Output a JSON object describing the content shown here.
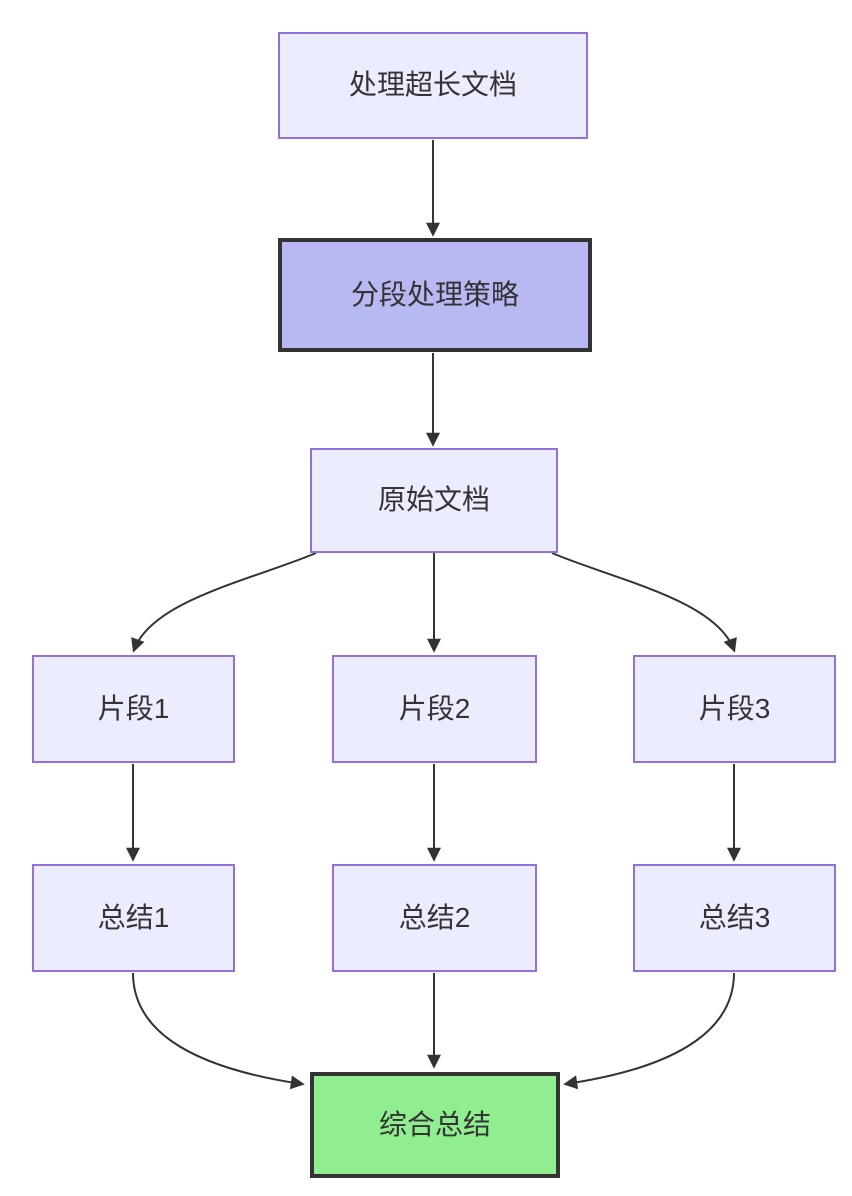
{
  "diagram": {
    "type": "flowchart-top-down",
    "nodes": {
      "start": {
        "label": "处理超长文档",
        "style": "default"
      },
      "strategy": {
        "label": "分段处理策略",
        "style": "emphasis"
      },
      "original": {
        "label": "原始文档",
        "style": "default"
      },
      "seg1": {
        "label": "片段1",
        "style": "default"
      },
      "seg2": {
        "label": "片段2",
        "style": "default"
      },
      "seg3": {
        "label": "片段3",
        "style": "default"
      },
      "sum1": {
        "label": "总结1",
        "style": "default"
      },
      "sum2": {
        "label": "总结2",
        "style": "default"
      },
      "sum3": {
        "label": "总结3",
        "style": "default"
      },
      "final": {
        "label": "综合总结",
        "style": "final"
      }
    },
    "edges": [
      {
        "from": "start",
        "to": "strategy"
      },
      {
        "from": "strategy",
        "to": "original"
      },
      {
        "from": "original",
        "to": "seg1"
      },
      {
        "from": "original",
        "to": "seg2"
      },
      {
        "from": "original",
        "to": "seg3"
      },
      {
        "from": "seg1",
        "to": "sum1"
      },
      {
        "from": "seg2",
        "to": "sum2"
      },
      {
        "from": "seg3",
        "to": "sum3"
      },
      {
        "from": "sum1",
        "to": "final"
      },
      {
        "from": "sum2",
        "to": "final"
      },
      {
        "from": "sum3",
        "to": "final"
      }
    ],
    "colors": {
      "node_fill": "#ECECFF",
      "node_border": "#9370DB",
      "emphasis_fill": "#B8B8F2",
      "emphasis_border": "#333333",
      "final_fill": "#90EE90",
      "final_border": "#333333",
      "edge_line": "#333333",
      "text": "#333333",
      "background": "#FFFFFF"
    }
  }
}
